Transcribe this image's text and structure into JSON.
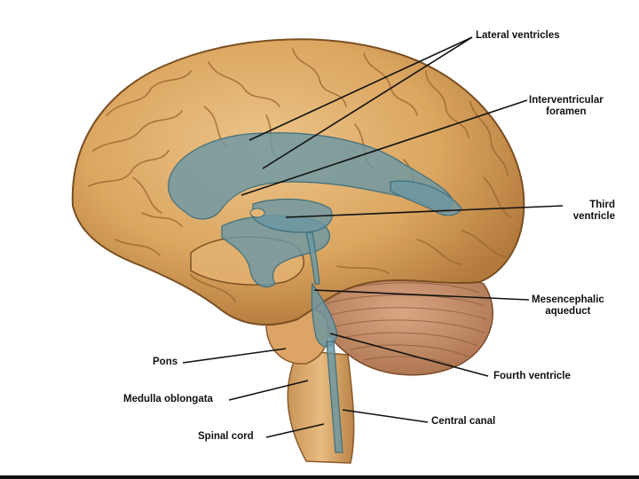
{
  "labels": {
    "lateral_ventricles": "Lateral ventricles",
    "interventricular_foramen": [
      "Interventricular",
      "foramen"
    ],
    "third_ventricle": [
      "Third",
      "ventricle"
    ],
    "mesencephalic_aqueduct": [
      "Mesencephalic",
      "aqueduct"
    ],
    "fourth_ventricle": "Fourth ventricle",
    "central_canal": "Central canal",
    "pons": "Pons",
    "medulla_oblongata": "Medulla oblongata",
    "spinal_cord": "Spinal cord"
  },
  "colors": {
    "cerebrum": "#d9a55e",
    "cerebrum_shadow": "#a8733a",
    "ventricles": "#6b97a3",
    "cerebellum": "#c98f67",
    "leader_lines": "#111111"
  }
}
